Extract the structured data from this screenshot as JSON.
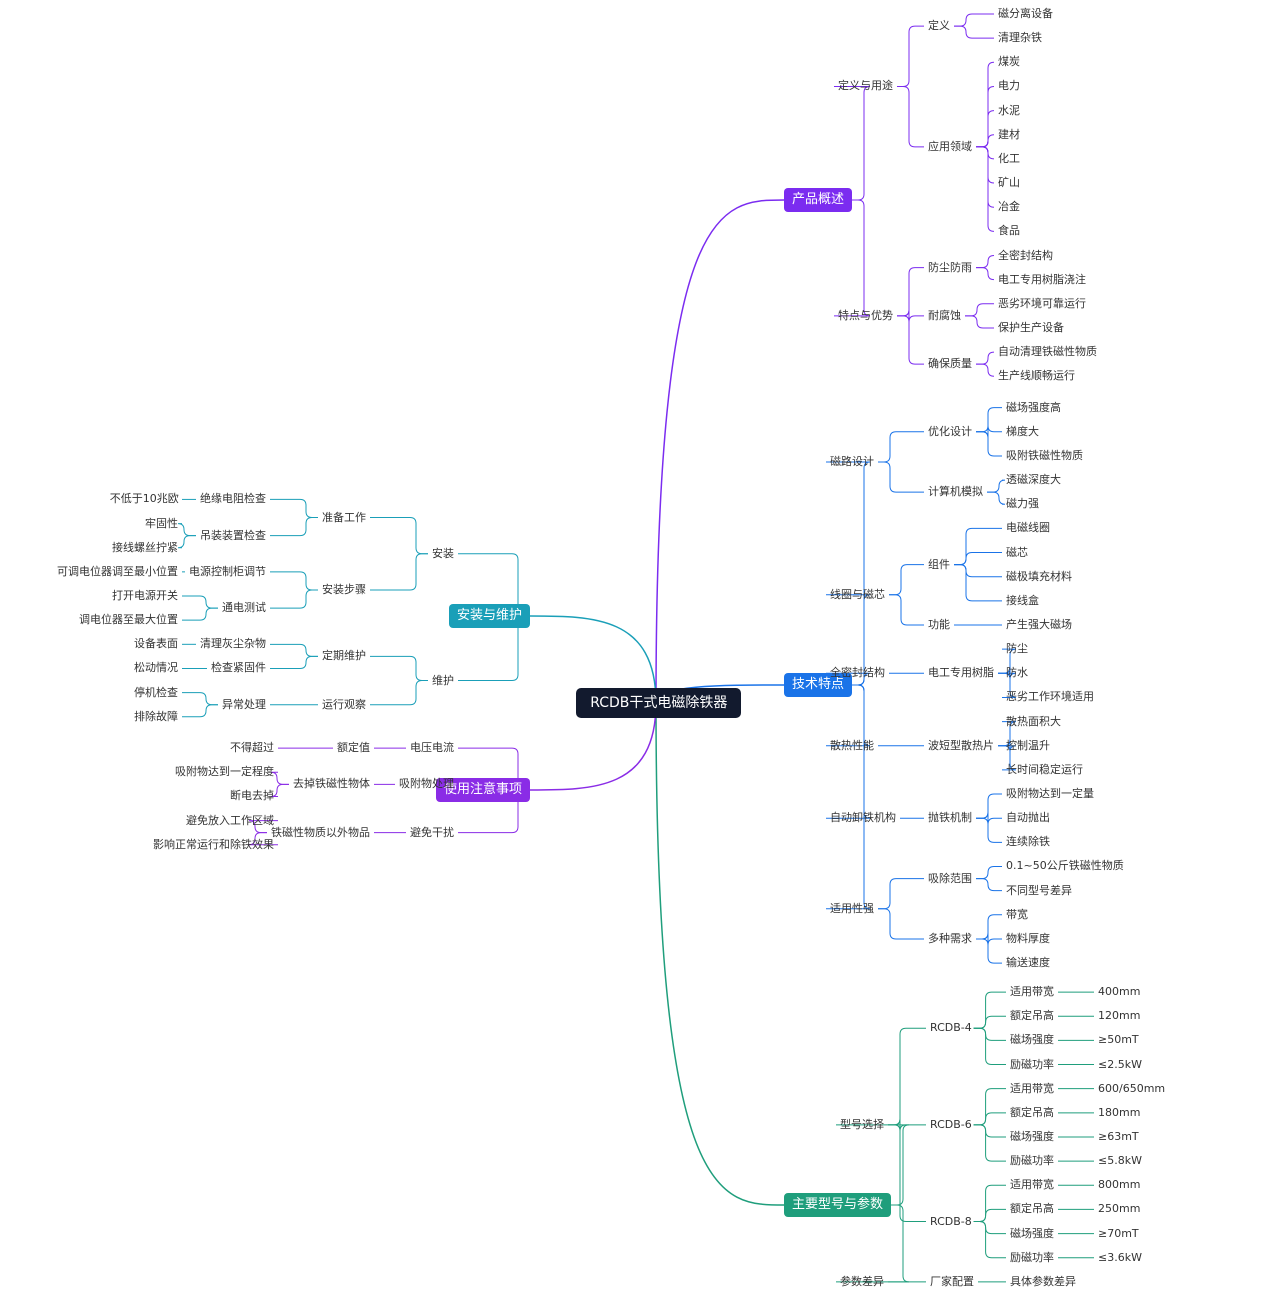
{
  "root": "RCDB干式电磁除铁器",
  "colors": {
    "root": "#121a2e",
    "overview": "#7b2cf0",
    "tech": "#1a73e8",
    "models": "#1f9e7c",
    "install": "#1a9fb8",
    "notes": "#8a2ce6"
  },
  "branches": {
    "overview": {
      "label": "产品概述",
      "children": [
        {
          "label": "定义与用途",
          "children": [
            {
              "label": "定义",
              "children": [
                {
                  "label": "磁分离设备"
                },
                {
                  "label": "清理杂铁"
                }
              ]
            },
            {
              "label": "应用领域",
              "children": [
                {
                  "label": "煤炭"
                },
                {
                  "label": "电力"
                },
                {
                  "label": "水泥"
                },
                {
                  "label": "建材"
                },
                {
                  "label": "化工"
                },
                {
                  "label": "矿山"
                },
                {
                  "label": "冶金"
                },
                {
                  "label": "食品"
                }
              ]
            }
          ]
        },
        {
          "label": "特点与优势",
          "children": [
            {
              "label": "防尘防雨",
              "children": [
                {
                  "label": "全密封结构"
                },
                {
                  "label": "电工专用树脂浇注"
                }
              ]
            },
            {
              "label": "耐腐蚀",
              "children": [
                {
                  "label": "恶劣环境可靠运行"
                },
                {
                  "label": "保护生产设备"
                }
              ]
            },
            {
              "label": "确保质量",
              "children": [
                {
                  "label": "自动清理铁磁性物质"
                },
                {
                  "label": "生产线顺畅运行"
                }
              ]
            }
          ]
        }
      ]
    },
    "tech": {
      "label": "技术特点",
      "children": [
        {
          "label": "磁路设计",
          "children": [
            {
              "label": "优化设计",
              "children": [
                {
                  "label": "磁场强度高"
                },
                {
                  "label": "梯度大"
                },
                {
                  "label": "吸附铁磁性物质"
                }
              ]
            },
            {
              "label": "计算机模拟",
              "children": [
                {
                  "label": "透磁深度大"
                },
                {
                  "label": "磁力强"
                }
              ]
            }
          ]
        },
        {
          "label": "线圈与磁芯",
          "children": [
            {
              "label": "组件",
              "children": [
                {
                  "label": "电磁线圈"
                },
                {
                  "label": "磁芯"
                },
                {
                  "label": "磁极填充材料"
                },
                {
                  "label": "接线盒"
                }
              ]
            },
            {
              "label": "功能",
              "children": [
                {
                  "label": "产生强大磁场"
                }
              ]
            }
          ]
        },
        {
          "label": "全密封结构",
          "children": [
            {
              "label": "电工专用树脂",
              "children": [
                {
                  "label": "防尘"
                },
                {
                  "label": "防水"
                },
                {
                  "label": "恶劣工作环境适用"
                }
              ]
            }
          ]
        },
        {
          "label": "散热性能",
          "children": [
            {
              "label": "波短型散热片",
              "children": [
                {
                  "label": "散热面积大"
                },
                {
                  "label": "控制温升"
                },
                {
                  "label": "长时间稳定运行"
                }
              ]
            }
          ]
        },
        {
          "label": "自动卸铁机构",
          "children": [
            {
              "label": "抛铁机制",
              "children": [
                {
                  "label": "吸附物达到一定量"
                },
                {
                  "label": "自动抛出"
                },
                {
                  "label": "连续除铁"
                }
              ]
            }
          ]
        },
        {
          "label": "适用性强",
          "children": [
            {
              "label": "吸除范围",
              "children": [
                {
                  "label": "0.1~50公斤铁磁性物质"
                },
                {
                  "label": "不同型号差异"
                }
              ]
            },
            {
              "label": "多种需求",
              "children": [
                {
                  "label": "带宽"
                },
                {
                  "label": "物料厚度"
                },
                {
                  "label": "输送速度"
                }
              ]
            }
          ]
        }
      ]
    },
    "models": {
      "label": "主要型号与参数",
      "children": [
        {
          "label": "型号选择",
          "children": [
            {
              "label": "RCDB-4",
              "children": [
                {
                  "label": "适用带宽",
                  "children": [
                    {
                      "label": "400mm"
                    }
                  ]
                },
                {
                  "label": "额定吊高",
                  "children": [
                    {
                      "label": "120mm"
                    }
                  ]
                },
                {
                  "label": "磁场强度",
                  "children": [
                    {
                      "label": "≥50mT"
                    }
                  ]
                },
                {
                  "label": "励磁功率",
                  "children": [
                    {
                      "label": "≤2.5kW"
                    }
                  ]
                }
              ]
            },
            {
              "label": "RCDB-6",
              "children": [
                {
                  "label": "适用带宽",
                  "children": [
                    {
                      "label": "600/650mm"
                    }
                  ]
                },
                {
                  "label": "额定吊高",
                  "children": [
                    {
                      "label": "180mm"
                    }
                  ]
                },
                {
                  "label": "磁场强度",
                  "children": [
                    {
                      "label": "≥63mT"
                    }
                  ]
                },
                {
                  "label": "励磁功率",
                  "children": [
                    {
                      "label": "≤5.8kW"
                    }
                  ]
                }
              ]
            },
            {
              "label": "RCDB-8",
              "children": [
                {
                  "label": "适用带宽",
                  "children": [
                    {
                      "label": "800mm"
                    }
                  ]
                },
                {
                  "label": "额定吊高",
                  "children": [
                    {
                      "label": "250mm"
                    }
                  ]
                },
                {
                  "label": "磁场强度",
                  "children": [
                    {
                      "label": "≥70mT"
                    }
                  ]
                },
                {
                  "label": "励磁功率",
                  "children": [
                    {
                      "label": "≤3.6kW"
                    }
                  ]
                }
              ]
            }
          ]
        },
        {
          "label": "参数差异",
          "children": [
            {
              "label": "厂家配置",
              "children": [
                {
                  "label": "具体参数差异"
                }
              ]
            }
          ]
        }
      ]
    },
    "install": {
      "label": "安装与维护",
      "children": [
        {
          "label": "安装",
          "children": [
            {
              "label": "准备工作",
              "children": [
                {
                  "label": "绝缘电阻检查",
                  "children": [
                    {
                      "label": "不低于10兆欧"
                    }
                  ]
                },
                {
                  "label": "吊装装置检查",
                  "children": [
                    {
                      "label": "牢固性"
                    },
                    {
                      "label": "接线螺丝拧紧"
                    }
                  ]
                }
              ]
            },
            {
              "label": "安装步骤",
              "children": [
                {
                  "label": "电源控制柜调节",
                  "children": [
                    {
                      "label": "可调电位器调至最小位置"
                    }
                  ]
                },
                {
                  "label": "通电测试",
                  "children": [
                    {
                      "label": "打开电源开关"
                    },
                    {
                      "label": "调电位器至最大位置"
                    }
                  ]
                }
              ]
            }
          ]
        },
        {
          "label": "维护",
          "children": [
            {
              "label": "定期维护",
              "children": [
                {
                  "label": "清理灰尘杂物",
                  "children": [
                    {
                      "label": "设备表面"
                    }
                  ]
                },
                {
                  "label": "检查紧固件",
                  "children": [
                    {
                      "label": "松动情况"
                    }
                  ]
                }
              ]
            },
            {
              "label": "运行观察",
              "children": [
                {
                  "label": "异常处理",
                  "children": [
                    {
                      "label": "停机检查"
                    },
                    {
                      "label": "排除故障"
                    }
                  ]
                }
              ]
            }
          ]
        }
      ]
    },
    "notes": {
      "label": "使用注意事项",
      "children": [
        {
          "label": "电压电流",
          "children": [
            {
              "label": "额定值",
              "children": [
                {
                  "label": "不得超过"
                }
              ]
            }
          ]
        },
        {
          "label": "吸附物处理",
          "children": [
            {
              "label": "去掉铁磁性物体",
              "children": [
                {
                  "label": "吸附物达到一定程度"
                },
                {
                  "label": "断电去掉"
                }
              ]
            }
          ]
        },
        {
          "label": "避免干扰",
          "children": [
            {
              "label": "铁磁性物质以外物品",
              "children": [
                {
                  "label": "避免放入工作区域"
                },
                {
                  "label": "影响正常运行和除铁效果"
                }
              ]
            }
          ]
        }
      ]
    }
  }
}
